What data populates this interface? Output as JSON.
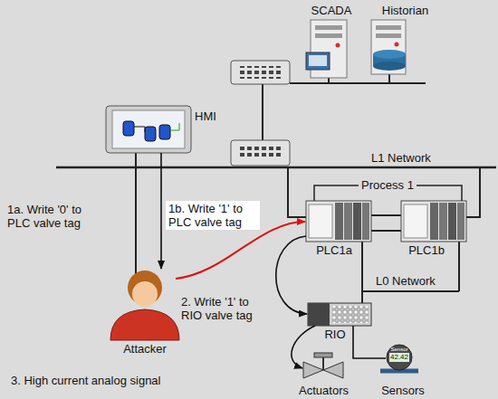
{
  "diagram": {
    "nodes": [
      {
        "text": [
          "SCADA"
        ]
      },
      {
        "text": [
          "Historian"
        ]
      },
      {
        "text": [
          "HMI"
        ]
      },
      {
        "text": [
          "PLC1a"
        ]
      },
      {
        "text": [
          "PLC1b"
        ]
      },
      {
        "text": [
          "RIO"
        ]
      },
      {
        "text": [
          "Actuators"
        ]
      },
      {
        "text": [
          "Sensors"
        ]
      },
      {
        "text": [
          "Attacker"
        ]
      }
    ],
    "edges": [
      {
        "from": 2,
        "to": 8,
        "arrow": "to",
        "label": "1a. Write '0' to PLC valve tag"
      },
      {
        "from": 8,
        "to": 3,
        "arrow": "to",
        "label": "1b. Write '1' to PLC valve tag"
      },
      {
        "from": 3,
        "to": 5,
        "arrow": "to",
        "label": "2. Write '1' to RIO valve tag"
      },
      {
        "from": 5,
        "to": 6,
        "arrow": "to",
        "label": "3. High current analog signal"
      },
      {
        "from": 5,
        "to": 7,
        "arrow": "none"
      }
    ],
    "labels": [
      "L1 Network",
      "Process 1",
      "L0 Network",
      "Sensor",
      "42.42"
    ]
  }
}
